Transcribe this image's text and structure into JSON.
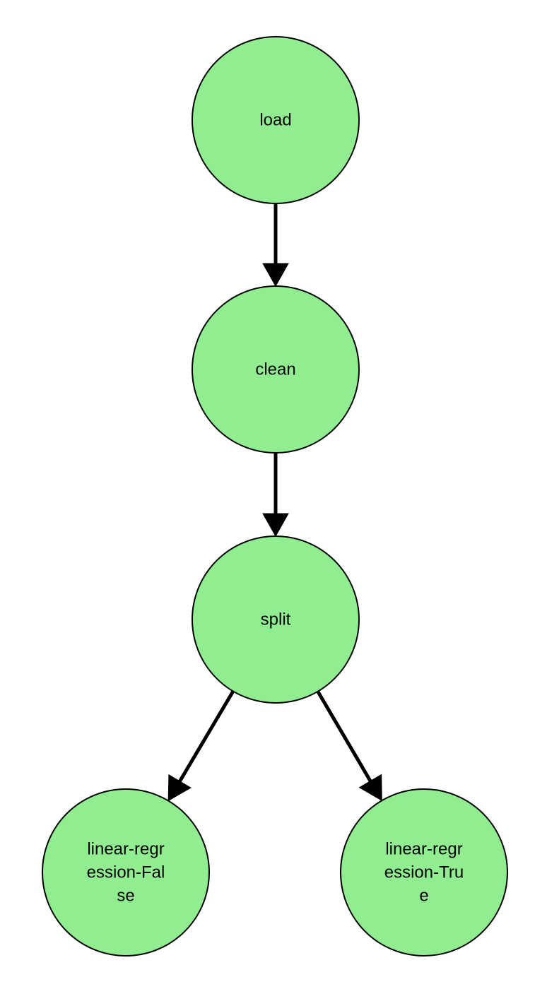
{
  "diagram": {
    "type": "dag",
    "node_fill": "#90EE90",
    "node_stroke": "#000000",
    "edge_color": "#000000",
    "nodes": [
      {
        "id": "load",
        "lines": [
          "load"
        ]
      },
      {
        "id": "clean",
        "lines": [
          "clean"
        ]
      },
      {
        "id": "split",
        "lines": [
          "split"
        ]
      },
      {
        "id": "linear-regression-False",
        "lines": [
          "linear-regr",
          "ession-Fal",
          "se"
        ]
      },
      {
        "id": "linear-regression-True",
        "lines": [
          "linear-regr",
          "ession-Tru",
          "e"
        ]
      }
    ],
    "edges": [
      {
        "from": "load",
        "to": "clean"
      },
      {
        "from": "clean",
        "to": "split"
      },
      {
        "from": "split",
        "to": "linear-regression-False"
      },
      {
        "from": "split",
        "to": "linear-regression-True"
      }
    ]
  }
}
